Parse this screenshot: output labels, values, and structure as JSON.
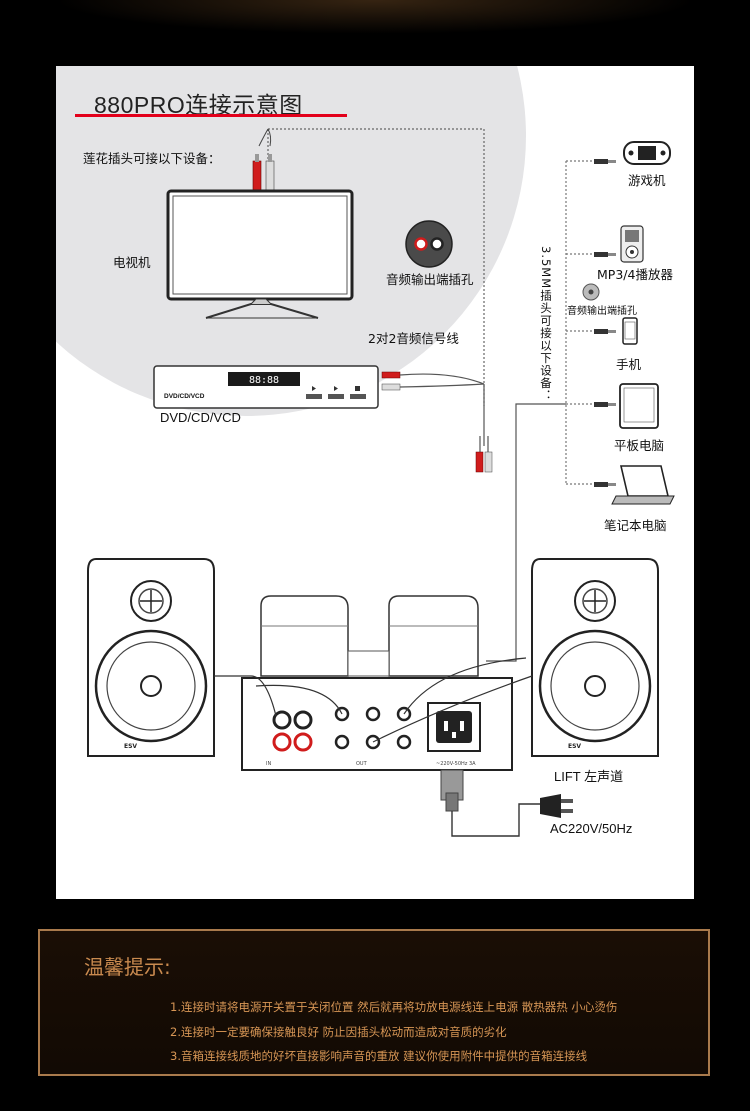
{
  "diagram": {
    "title": "880PRO连接示意图",
    "lotus_label": "莲花插头可接以下设备：",
    "tv_label": "电视机",
    "audio_jack_label": "音频输出端插孔",
    "cable_label": "2对2音频信号线",
    "dvd_label": "DVD/CD/VCD",
    "dvd_brand": "DVD/CD/VCD",
    "dvd_display": "88:88",
    "vertical_label": "3.5MM插头可接以下设备：",
    "devices": [
      {
        "label": "游戏机",
        "icon": "game-console-icon"
      },
      {
        "label": "MP3/4播放器",
        "icon": "mp3-player-icon"
      },
      {
        "label": "音频输出端插孔",
        "icon": "audio-jack-icon"
      },
      {
        "label": "手机",
        "icon": "phone-icon"
      },
      {
        "label": "平板电脑",
        "icon": "tablet-icon"
      },
      {
        "label": "笔记本电脑",
        "icon": "laptop-icon"
      }
    ],
    "left_speaker_label": "LIFT 左声道",
    "power_label": "AC220V/50Hz",
    "accent_color": "#e3001b"
  },
  "notice": {
    "title": "温馨提示:",
    "items": [
      "1.连接时请将电源开关置于关闭位置 然后就再将功放电源线连上电源 散热器热 小心烫伤",
      "2.连接时一定要确保接触良好 防止因插头松动而造成对音质的劣化",
      "3.音箱连接线质地的好坏直接影响声音的重放 建议你使用附件中提供的音箱连接线"
    ],
    "accent_color": "#c98a4f"
  }
}
